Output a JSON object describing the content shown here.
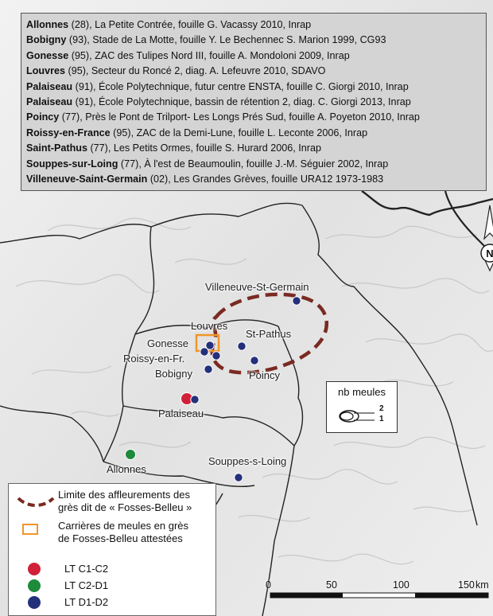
{
  "sites": [
    {
      "name": "Allonnes",
      "details": " (28), La Petite Contrée,  fouille G. Vacassy 2010, Inrap"
    },
    {
      "name": "Bobigny",
      "details": " (93), Stade de La Motte, fouille Y. Le Bechennec S. Marion 1999, CG93"
    },
    {
      "name": "Gonesse",
      "details": " (95), ZAC des Tulipes Nord III, fouille A. Mondoloni 2009, Inrap"
    },
    {
      "name": "Louvres",
      "details": " (95), Secteur du Roncé 2, diag. A. Lefeuvre 2010, SDAVO"
    },
    {
      "name": "Palaiseau",
      "details": " (91), École Polytechnique, futur centre ENSTA, fouille C. Giorgi 2010, Inrap"
    },
    {
      "name": "Palaiseau",
      "details": " (91),  École Polytechnique, bassin de rétention 2, diag. C. Giorgi 2013, Inrap"
    },
    {
      "name": "Poincy",
      "details": " (77), Près le Pont de Trilport- Les Longs Prés Sud, fouille A. Poyeton 2010, Inrap"
    },
    {
      "name": "Roissy-en-France",
      "details": " (95), ZAC de la Demi-Lune, fouille L. Leconte 2006, Inrap"
    },
    {
      "name": "Saint-Pathus",
      "details": " (77), Les Petits Ormes, fouille S. Hurard 2006, Inrap"
    },
    {
      "name": "Souppes-sur-Loing",
      "details": " (77), À l'est de Beaumoulin, fouille J.-M. Séguier 2002, Inrap"
    },
    {
      "name": "Villeneuve-Saint-Germain",
      "details": " (02), Les Grandes Grèves, fouille URA12 1973-1983"
    }
  ],
  "map_labels": {
    "villeneuve": "Villeneuve-St-Germain",
    "louvres": "Louvres",
    "st_pathus": "St-Pathus",
    "gonesse": "Gonesse",
    "roissy": "Roissy-en-Fr.",
    "bobigny": "Bobigny",
    "poincy": "Poincy",
    "palaiseau": "Palaiseau",
    "allonnes": "Allonnes",
    "souppes": "Souppes-s-Loing"
  },
  "north_arrow": {
    "letter": "N"
  },
  "meules_legend": {
    "title": "nb meules",
    "count_two": "2",
    "count_one": "1"
  },
  "legend": {
    "limit_line1": "Limite des affleurements des",
    "limit_line2": "grès dit de « Fosses-Belleu »",
    "quarry_line1": "Carrières de meules en grès",
    "quarry_line2": "de Fosses-Belleu attestées",
    "periods": [
      {
        "label": "LT C1-C2",
        "color": "#d0203a"
      },
      {
        "label": "LT C2-D1",
        "color": "#1e8a3c"
      },
      {
        "label": "LT D1-D2",
        "color": "#25307a"
      }
    ]
  },
  "colors": {
    "outcrop_limit": "#7a2a22",
    "quarry": "#f0962a",
    "boundary": "#222222"
  },
  "scale_bar": {
    "ticks": [
      "0",
      "50",
      "100",
      "150"
    ],
    "unit": "km"
  }
}
